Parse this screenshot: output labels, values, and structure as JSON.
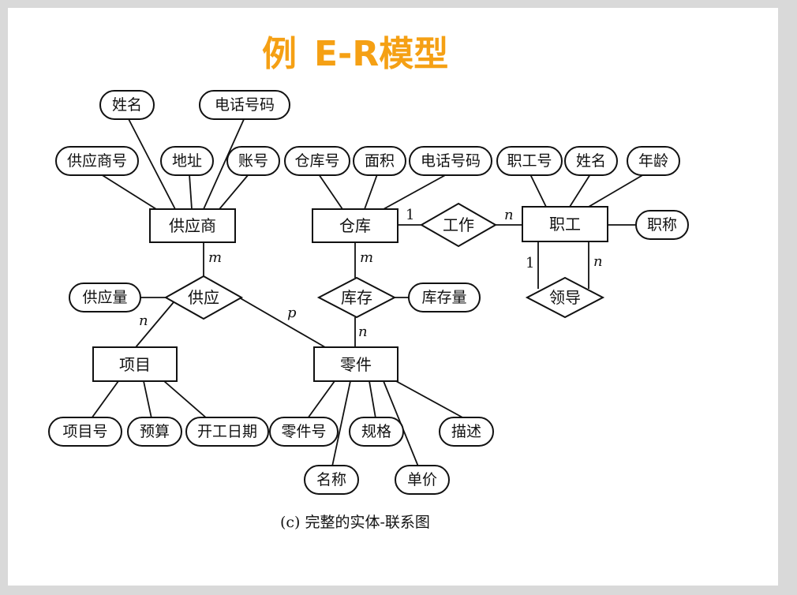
{
  "title": {
    "prefix": "例",
    "main": "E-R模型"
  },
  "caption": "(c)  完整的实体-联系图",
  "entities": {
    "supplier": "供应商",
    "warehouse": "仓库",
    "employee": "职工",
    "project": "项目",
    "part": "零件"
  },
  "relationships": {
    "supply": "供应",
    "stock": "库存",
    "work": "工作",
    "lead": "领导"
  },
  "attributes": {
    "supplier_name": "姓名",
    "supplier_phone": "电话号码",
    "supplier_no": "供应商号",
    "supplier_addr": "地址",
    "supplier_acct": "账号",
    "warehouse_no": "仓库号",
    "warehouse_area": "面积",
    "warehouse_phone": "电话号码",
    "employee_no": "职工号",
    "employee_name": "姓名",
    "employee_age": "年龄",
    "employee_title": "职称",
    "supply_qty": "供应量",
    "stock_qty": "库存量",
    "project_no": "项目号",
    "project_budget": "预算",
    "project_start": "开工日期",
    "part_no": "零件号",
    "part_name": "名称",
    "part_spec": "规格",
    "part_price": "单价",
    "part_desc": "描述"
  },
  "cardinalities": {
    "supplier_supply": "m",
    "supply_project": "n",
    "supply_part": "p",
    "warehouse_stock": "m",
    "stock_part": "n",
    "warehouse_work": "1",
    "work_employee": "n",
    "lead_one": "1",
    "lead_many": "n"
  }
}
